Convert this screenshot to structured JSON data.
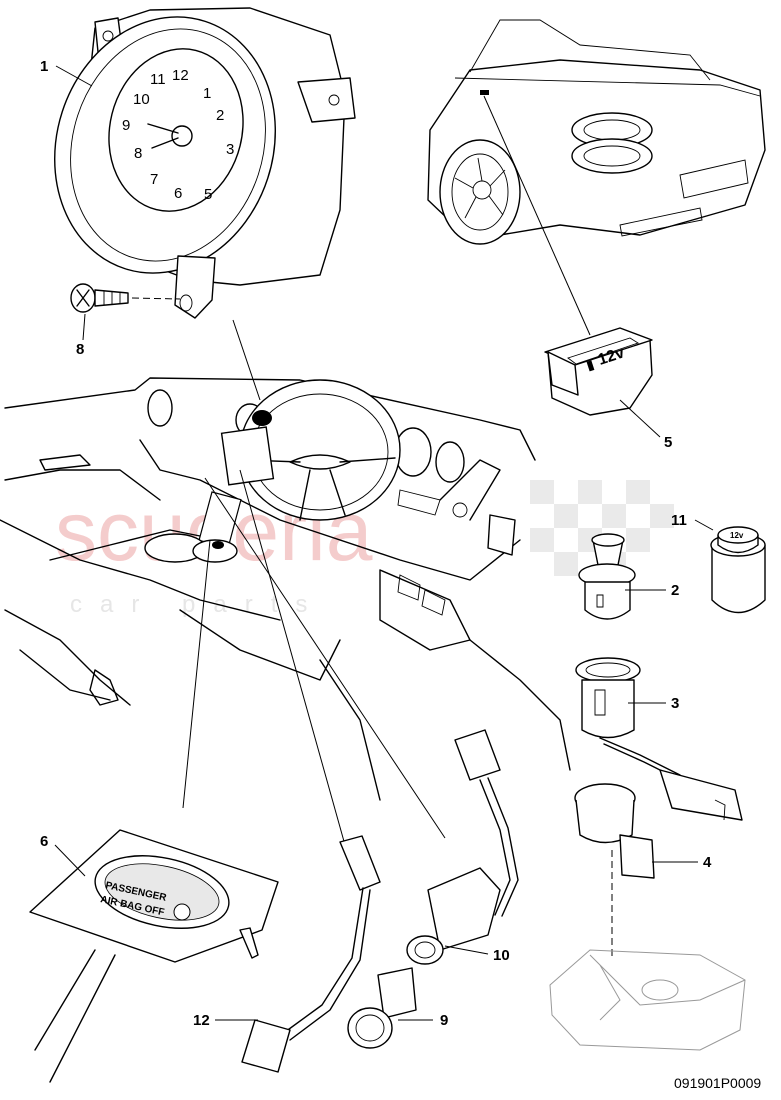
{
  "watermark": {
    "brand": "scuderia",
    "sub": "car parts"
  },
  "callouts": [
    {
      "id": "c1",
      "label": "1"
    },
    {
      "id": "c2",
      "label": "2"
    },
    {
      "id": "c3",
      "label": "3"
    },
    {
      "id": "c4",
      "label": "4"
    },
    {
      "id": "c5",
      "label": "5"
    },
    {
      "id": "c6",
      "label": "6"
    },
    {
      "id": "c8",
      "label": "8"
    },
    {
      "id": "c9",
      "label": "9"
    },
    {
      "id": "c10",
      "label": "10"
    },
    {
      "id": "c11",
      "label": "11"
    },
    {
      "id": "c12",
      "label": "12"
    }
  ],
  "clock_numerals": [
    "12",
    "1",
    "2",
    "3",
    "5",
    "6",
    "7",
    "8",
    "9",
    "10",
    "11"
  ],
  "socket_label": "12v",
  "cap_label": "12v",
  "airbag_label": {
    "line1": "PASSENGER",
    "line2": "AIR BAG OFF"
  },
  "doc_id": "091901P0009"
}
